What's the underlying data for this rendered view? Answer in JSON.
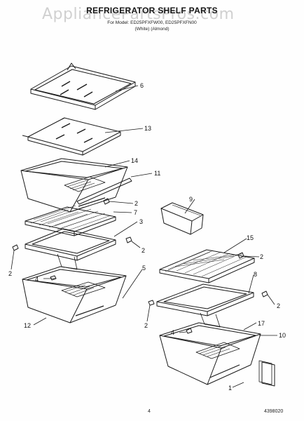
{
  "header": {
    "title": "REFRIGERATOR SHELF PARTS",
    "subtitle_models": "For Model: ED25PFXFW00, ED25PFXFN00",
    "subtitle_colors": "(White)          (Almond)"
  },
  "watermark": "AppliancePartsPros.com",
  "footer": {
    "page_number": "4",
    "part_number": "4398020"
  },
  "callouts": [
    "6",
    "13",
    "14",
    "11",
    "2",
    "7",
    "3",
    "2",
    "9",
    "2",
    "5",
    "4",
    "12",
    "15",
    "2",
    "8",
    "2",
    "2",
    "4",
    "17",
    "10",
    "1"
  ],
  "colors": {
    "line": "#1a1a1a",
    "paper": "#fefefe",
    "watermark": "#8a8a8a"
  }
}
